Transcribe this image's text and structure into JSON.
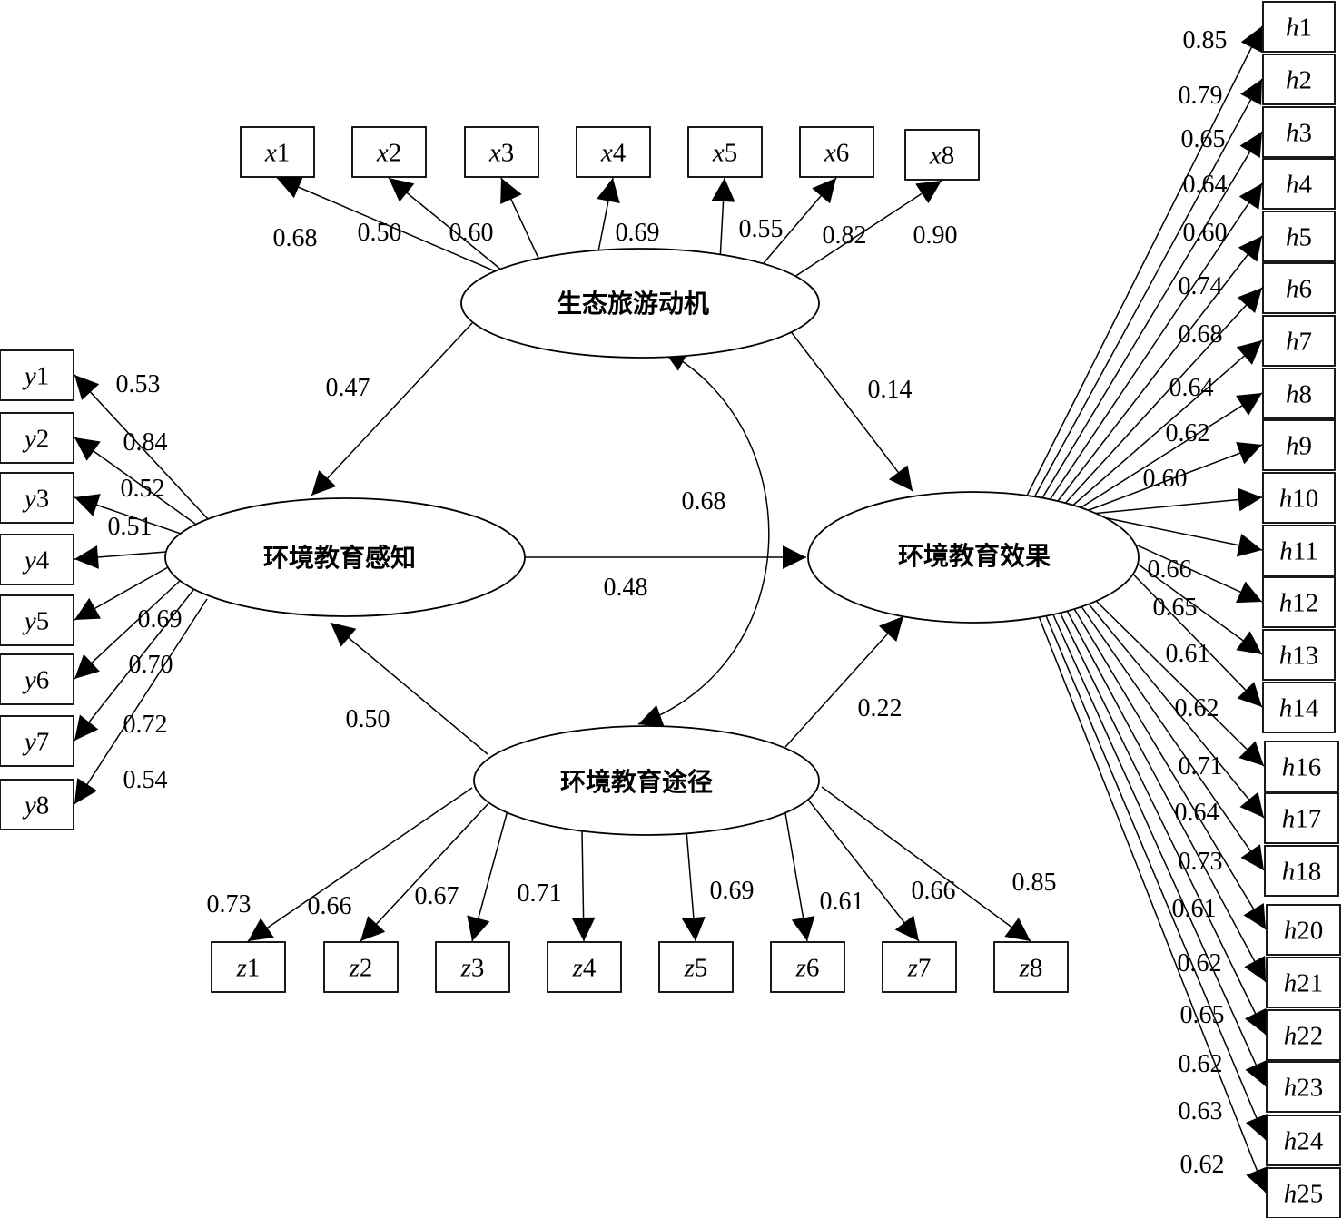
{
  "latents": {
    "motivation": "生态旅游动机",
    "perception": "环境教育感知",
    "pathway": "环境教育途径",
    "effect": "环境教育效果"
  },
  "indicators": {
    "x": [
      {
        "var": "x",
        "num": "1",
        "loading": "0.68"
      },
      {
        "var": "x",
        "num": "2",
        "loading": "0.50"
      },
      {
        "var": "x",
        "num": "3",
        "loading": "0.60"
      },
      {
        "var": "x",
        "num": "4",
        "loading": "0.69"
      },
      {
        "var": "x",
        "num": "5",
        "loading": "0.55"
      },
      {
        "var": "x",
        "num": "6",
        "loading": "0.82"
      },
      {
        "var": "x",
        "num": "8",
        "loading": "0.90"
      }
    ],
    "y": [
      {
        "var": "y",
        "num": "1",
        "loading": "0.53"
      },
      {
        "var": "y",
        "num": "2",
        "loading": "0.84"
      },
      {
        "var": "y",
        "num": "3",
        "loading": "0.52"
      },
      {
        "var": "y",
        "num": "4",
        "loading": "0.51"
      },
      {
        "var": "y",
        "num": "5",
        "loading": "0.69"
      },
      {
        "var": "y",
        "num": "6",
        "loading": "0.70"
      },
      {
        "var": "y",
        "num": "7",
        "loading": "0.72"
      },
      {
        "var": "y",
        "num": "8",
        "loading": "0.54"
      }
    ],
    "z": [
      {
        "var": "z",
        "num": "1",
        "loading": "0.73"
      },
      {
        "var": "z",
        "num": "2",
        "loading": "0.66"
      },
      {
        "var": "z",
        "num": "3",
        "loading": "0.67"
      },
      {
        "var": "z",
        "num": "4",
        "loading": "0.71"
      },
      {
        "var": "z",
        "num": "5",
        "loading": "0.69"
      },
      {
        "var": "z",
        "num": "6",
        "loading": "0.61"
      },
      {
        "var": "z",
        "num": "7",
        "loading": "0.66"
      },
      {
        "var": "z",
        "num": "8",
        "loading": "0.85"
      }
    ],
    "h": [
      {
        "var": "h",
        "num": "1",
        "loading": "0.85"
      },
      {
        "var": "h",
        "num": "2",
        "loading": "0.79"
      },
      {
        "var": "h",
        "num": "3",
        "loading": "0.65"
      },
      {
        "var": "h",
        "num": "4",
        "loading": "0.64"
      },
      {
        "var": "h",
        "num": "5",
        "loading": "0.60"
      },
      {
        "var": "h",
        "num": "6",
        "loading": "0.74"
      },
      {
        "var": "h",
        "num": "7",
        "loading": "0.68"
      },
      {
        "var": "h",
        "num": "8",
        "loading": "0.64"
      },
      {
        "var": "h",
        "num": "9",
        "loading": "0.62"
      },
      {
        "var": "h",
        "num": "10",
        "loading": "0.60"
      },
      {
        "var": "h",
        "num": "11",
        "loading": ""
      },
      {
        "var": "h",
        "num": "12",
        "loading": "0.66"
      },
      {
        "var": "h",
        "num": "13",
        "loading": "0.65"
      },
      {
        "var": "h",
        "num": "14",
        "loading": "0.61"
      },
      {
        "var": "h",
        "num": "16",
        "loading": "0.62"
      },
      {
        "var": "h",
        "num": "17",
        "loading": "0.71"
      },
      {
        "var": "h",
        "num": "18",
        "loading": "0.64"
      },
      {
        "var": "h",
        "num": "20",
        "loading": "0.73"
      },
      {
        "var": "h",
        "num": "21",
        "loading": "0.61"
      },
      {
        "var": "h",
        "num": "22",
        "loading": "0.62"
      },
      {
        "var": "h",
        "num": "23",
        "loading": "0.65"
      },
      {
        "var": "h",
        "num": "24",
        "loading": "0.62"
      },
      {
        "var": "h",
        "num": "25",
        "loading": "0.63"
      }
    ],
    "h_extra_label": "0.62"
  },
  "paths": {
    "motivation_to_perception": "0.47",
    "motivation_to_effect": "0.14",
    "perception_to_effect": "0.48",
    "pathway_to_perception": "0.50",
    "pathway_to_effect": "0.22",
    "motivation_pathway_cov": "0.68"
  }
}
